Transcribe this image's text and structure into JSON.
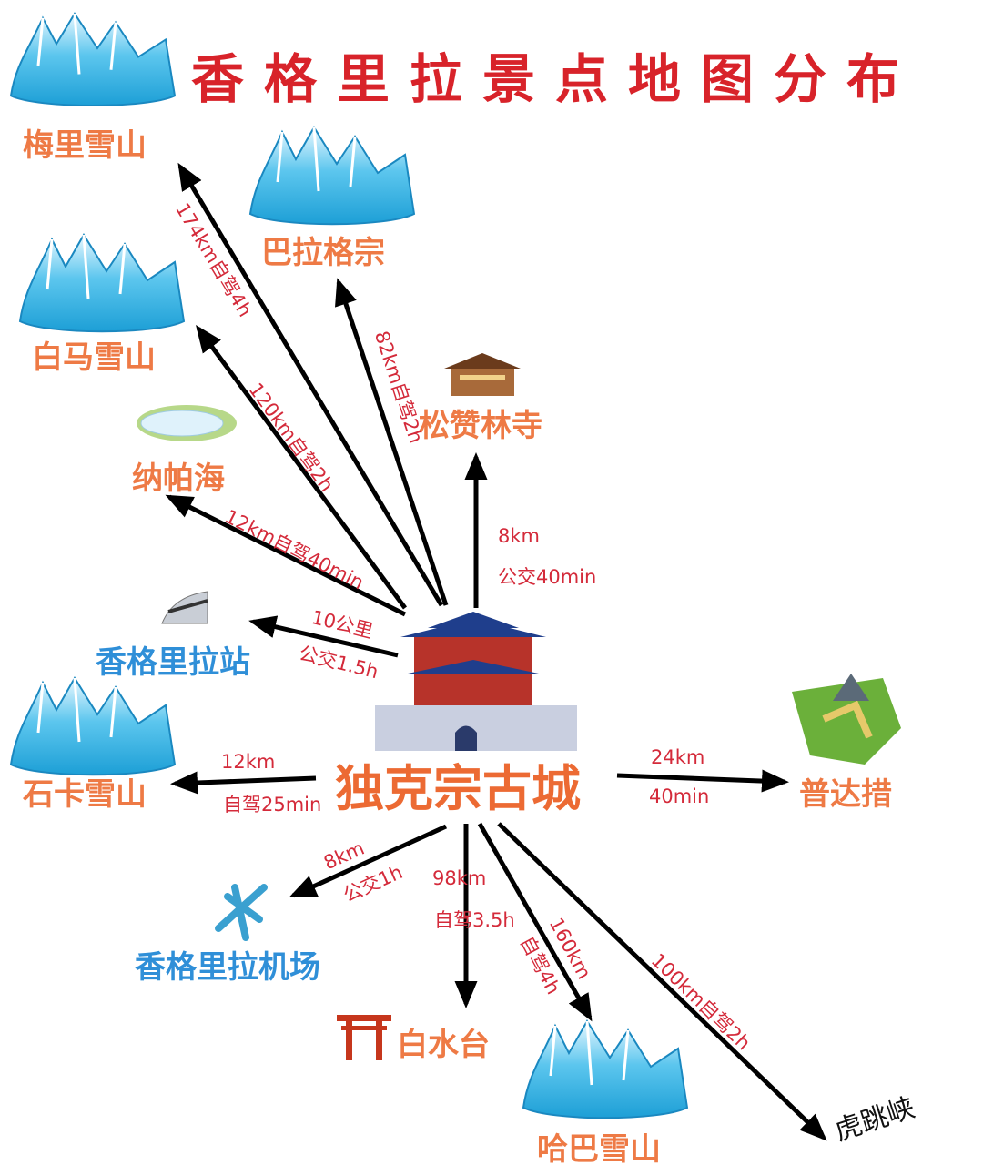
{
  "title": "香格里拉景点地图分布",
  "center": "独克宗古城",
  "places": {
    "meili": "梅里雪山",
    "balagezong": "巴拉格宗",
    "baima": "白马雪山",
    "napahai": "纳帕海",
    "songzanlin": "松赞林寺",
    "station": "香格里拉站",
    "shika": "石卡雪山",
    "pudacuo": "普达措",
    "airport": "香格里拉机场",
    "baishuitai": "白水台",
    "haba": "哈巴雪山",
    "hutiaoxia": "虎跳峡"
  },
  "routes": {
    "meili": "174km自驾4h",
    "balagezong": "82km自驾2h",
    "baima": "120km自驾2h",
    "napahai": "12km自驾40min",
    "songzanlin": [
      "8km",
      "公交40min"
    ],
    "station": [
      "10公里",
      "公交1.5h"
    ],
    "shika": [
      "12km",
      "自驾25min"
    ],
    "pudacuo": [
      "24km",
      "40min"
    ],
    "airport": [
      "8km",
      "公交1h"
    ],
    "baishuitai": [
      "98km",
      "自驾3.5h"
    ],
    "haba": [
      "160km",
      "自驾4h"
    ],
    "hutiaoxia": "100km自驾2h"
  },
  "colors": {
    "title": "#d8232a",
    "place": "#ee7a45",
    "blue_place": "#2f8fd8",
    "route": "#d42a3a",
    "arrow": "#000000"
  }
}
